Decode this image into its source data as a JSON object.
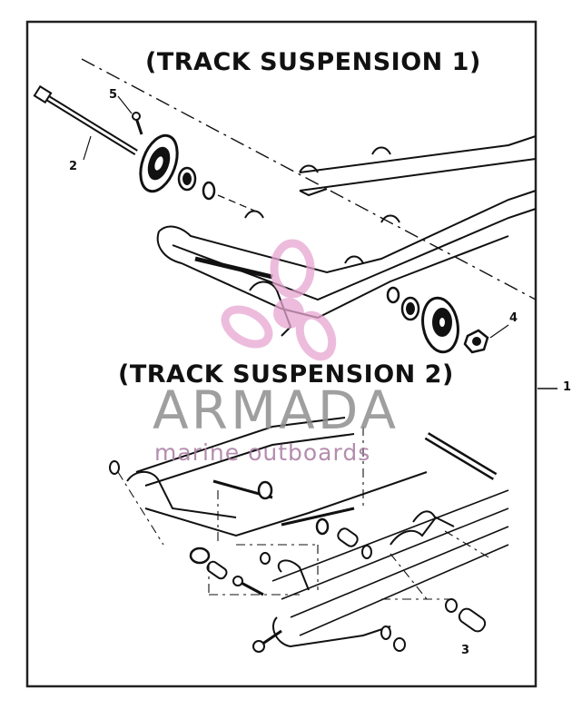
{
  "diagram": {
    "title_1": "(TRACK SUSPENSION 1)",
    "title_2": "(TRACK SUSPENSION 2)",
    "callouts": {
      "c1": "1",
      "c2": "2",
      "c3": "3",
      "c4": "4",
      "c5": "5"
    }
  },
  "watermark": {
    "brand": "ARMADA",
    "tagline": "marine outboards",
    "logo_icon": "propeller-icon",
    "colors": {
      "logo": "#e7a6d2",
      "text": "#8f8f8f"
    }
  }
}
